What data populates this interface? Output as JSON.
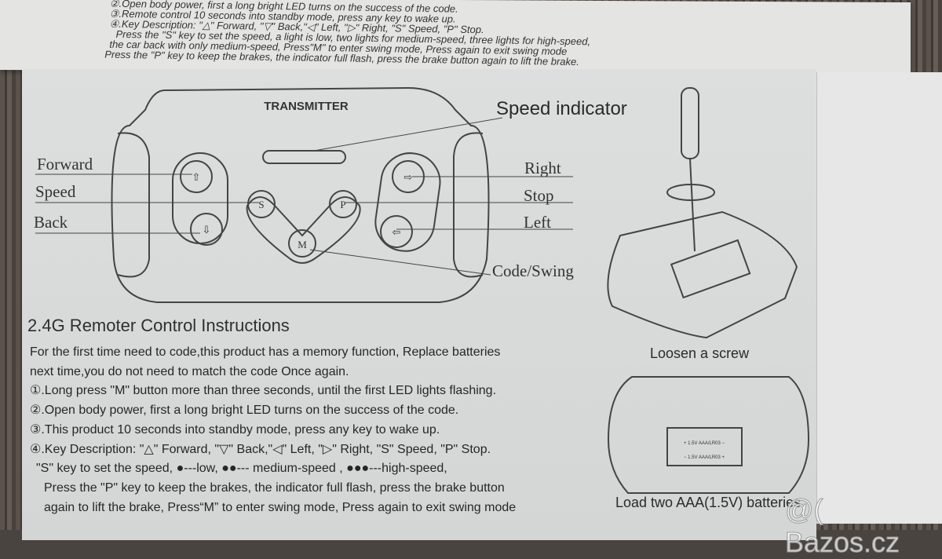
{
  "top_flap": {
    "lines": [
      "②.Open body power, first a long bright LED turns on the success of the code.",
      "③.Remote control 10 seconds into standby mode, press any key to wake up.",
      "④.Key Description: \"△\" Forward, \"▽\" Back,\"◁\" Left, \"▷\" Right, \"S\" Speed, \"P\" Stop.",
      "Press the \"S\" key to set the speed, a light is low, two lights for medium-speed, three lights for high-speed,",
      "the car back with only medium-speed, Press\"M\" to enter swing mode, Press again to exit swing mode",
      "Press the \"P\" key to keep the brakes, the indicator full flash, press the brake button again to  lift the brake."
    ]
  },
  "diagram": {
    "transmitter_label": "TRANSMITTER",
    "speed_indicator": "Speed indicator",
    "left_labels": [
      "Forward",
      "Speed",
      "Back"
    ],
    "right_labels": [
      "Right",
      "Stop",
      "Left"
    ],
    "code_swing": "Code/Swing",
    "buttons": {
      "s": "S",
      "p": "P",
      "m": "M"
    }
  },
  "instructions": {
    "title": "2.4G Remoter Control Instructions",
    "lines": [
      "For the first time need to code,this product has a memory function, Replace batteries",
      "next time,you do not need to match the code Once again.",
      "①.Long press \"M\" button more than three seconds, until the first LED lights flashing.",
      "②.Open body power, first a long bright LED turns on the success of the code.",
      "③.This product 10 seconds into standby mode, press any key to wake up.",
      "④.Key Description: \"△\" Forward, \"▽\" Back,\"◁\"  Left, \"▷\" Right, \"S\" Speed, \"P\" Stop.",
      "\"S\" key to set the speed, ●---low, ●●--- medium-speed , ●●●---high-speed,",
      "Press the \"P\" key to keep the brakes, the indicator full flash, press the brake button",
      "again to  lift the brake, Press“M” to enter swing mode, Press again to exit swing mode"
    ]
  },
  "captions": {
    "screw": "Loosen a screw",
    "batteries": "Load two AAA(1.5V) batteries",
    "battery_labels": [
      "+ 1.5V  AAA/LR03 −",
      "− 1.5V  AAA/LR03 +"
    ]
  },
  "watermark": "@( Bazos.cz"
}
